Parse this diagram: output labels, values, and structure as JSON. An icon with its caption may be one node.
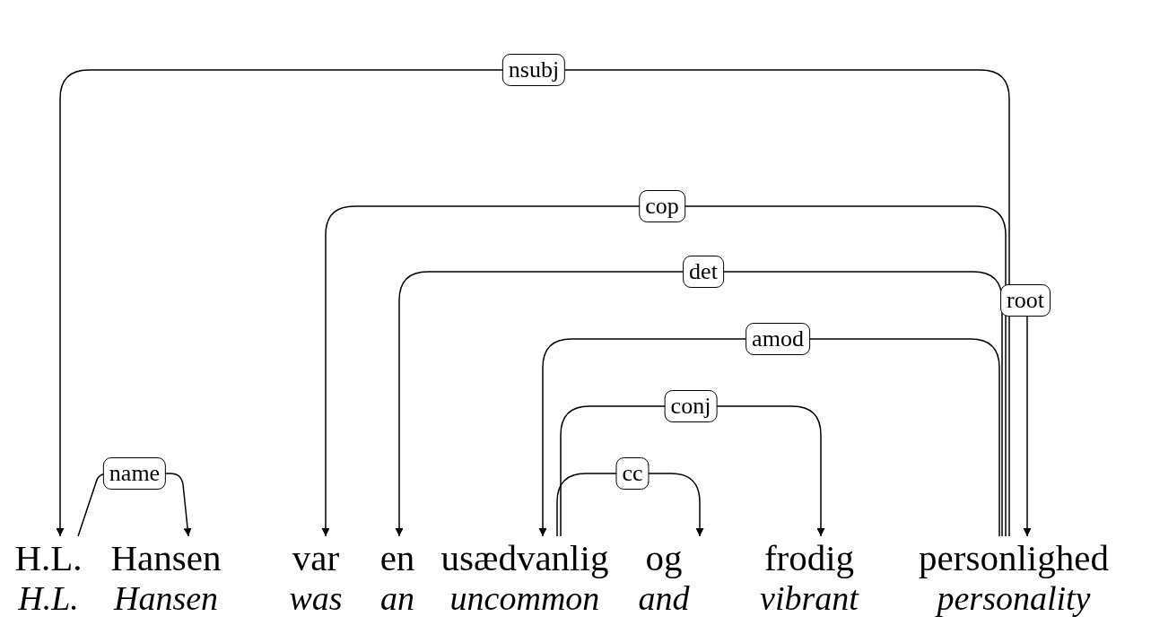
{
  "diagram": {
    "nodes": [
      {
        "text": [
          "H.L."
        ],
        "beside": [
          "H.L."
        ]
      },
      {
        "text": [
          "Hansen"
        ],
        "beside": [
          "Hansen"
        ]
      },
      {
        "text": [
          "var"
        ],
        "beside": [
          "was"
        ]
      },
      {
        "text": [
          "en"
        ],
        "beside": [
          "an"
        ]
      },
      {
        "text": [
          "usædvanlig"
        ],
        "beside": [
          "uncommon"
        ]
      },
      {
        "text": [
          "og"
        ],
        "beside": [
          "and"
        ]
      },
      {
        "text": [
          "frodig"
        ],
        "beside": [
          "vibrant"
        ]
      },
      {
        "text": [
          "personlighed"
        ],
        "beside": [
          "personality"
        ]
      }
    ],
    "edges": [
      {
        "from": 7,
        "to": 0,
        "arrow": "to",
        "label": "nsubj"
      },
      {
        "from": 0,
        "to": 1,
        "arrow": "to",
        "label": "name"
      },
      {
        "from": 7,
        "to": 2,
        "arrow": "to",
        "label": "cop"
      },
      {
        "from": 7,
        "to": 3,
        "arrow": "to",
        "label": "det"
      },
      {
        "from": 7,
        "to": 4,
        "arrow": "to",
        "label": "amod"
      },
      {
        "from": 4,
        "to": 6,
        "arrow": "to",
        "label": "conj"
      },
      {
        "from": 4,
        "to": 5,
        "arrow": "to",
        "label": "cc"
      },
      {
        "from": null,
        "to": 7,
        "arrow": "to",
        "label": "root"
      }
    ]
  }
}
